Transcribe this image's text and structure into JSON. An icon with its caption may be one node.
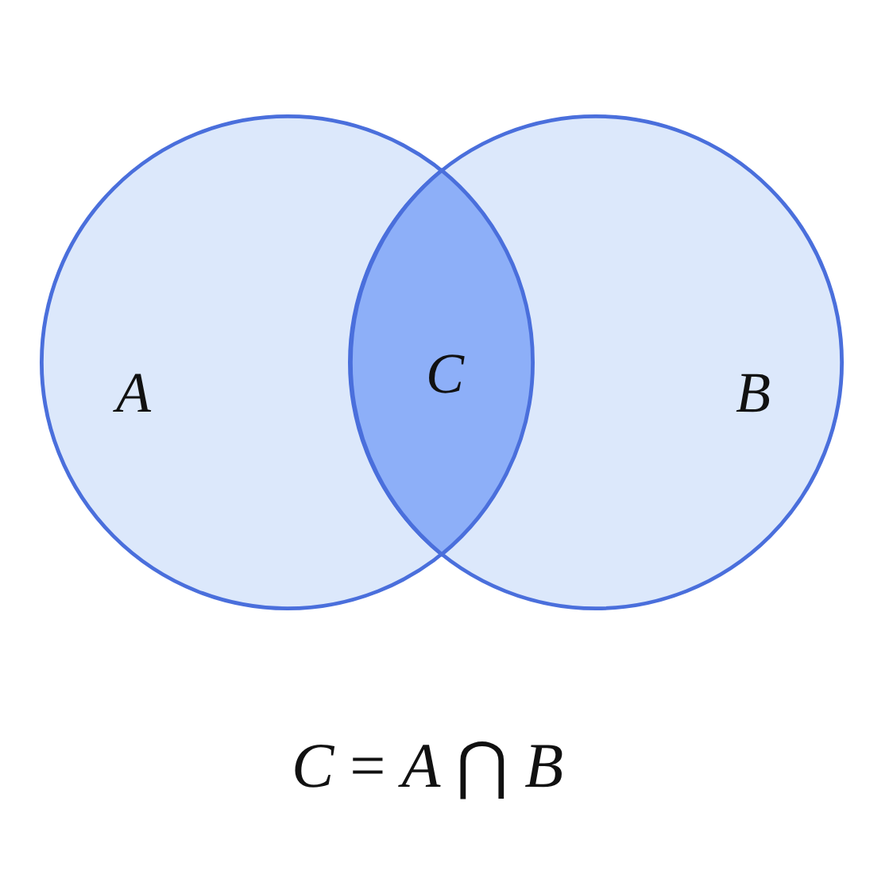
{
  "diagram": {
    "caption": "*C* = *A* ⋂ *B*",
    "nodes": [
      {
        "text": [
          "A"
        ]
      },
      {
        "text": [
          "B"
        ]
      },
      {
        "text": [
          "C"
        ]
      }
    ]
  }
}
